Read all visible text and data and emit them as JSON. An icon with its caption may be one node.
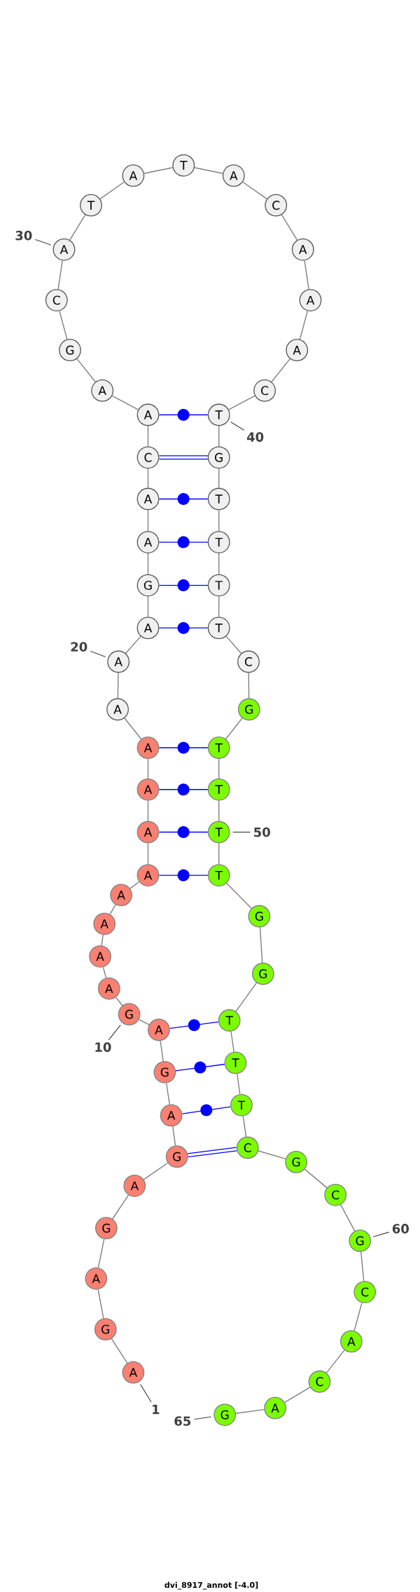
{
  "diagram": {
    "caption": "dvi_8917_annot [-4.0]",
    "nodes": [
      {
        "text": [
          "A"
        ]
      },
      {
        "text": [
          "G"
        ]
      },
      {
        "text": [
          "A"
        ]
      },
      {
        "text": [
          "G"
        ]
      },
      {
        "text": [
          "A"
        ]
      },
      {
        "text": [
          "G"
        ]
      },
      {
        "text": [
          "A"
        ]
      },
      {
        "text": [
          "G"
        ]
      },
      {
        "text": [
          "A"
        ]
      },
      {
        "text": [
          "G"
        ]
      },
      {
        "text": [
          "A"
        ]
      },
      {
        "text": [
          "A"
        ]
      },
      {
        "text": [
          "A"
        ]
      },
      {
        "text": [
          "A"
        ]
      },
      {
        "text": [
          "A"
        ]
      },
      {
        "text": [
          "A"
        ]
      },
      {
        "text": [
          "A"
        ]
      },
      {
        "text": [
          "A"
        ]
      },
      {
        "text": [
          "A"
        ]
      },
      {
        "text": [
          "A"
        ]
      },
      {
        "text": [
          "A"
        ]
      },
      {
        "text": [
          "G"
        ]
      },
      {
        "text": [
          "A"
        ]
      },
      {
        "text": [
          "A"
        ]
      },
      {
        "text": [
          "C"
        ]
      },
      {
        "text": [
          "A"
        ]
      },
      {
        "text": [
          "A"
        ]
      },
      {
        "text": [
          "G"
        ]
      },
      {
        "text": [
          "C"
        ]
      },
      {
        "text": [
          "A"
        ]
      },
      {
        "text": [
          "T"
        ]
      },
      {
        "text": [
          "A"
        ]
      },
      {
        "text": [
          "T"
        ]
      },
      {
        "text": [
          "A"
        ]
      },
      {
        "text": [
          "C"
        ]
      },
      {
        "text": [
          "A"
        ]
      },
      {
        "text": [
          "A"
        ]
      },
      {
        "text": [
          "A"
        ]
      },
      {
        "text": [
          "C"
        ]
      },
      {
        "text": [
          "T"
        ]
      },
      {
        "text": [
          "G"
        ]
      },
      {
        "text": [
          "T"
        ]
      },
      {
        "text": [
          "T"
        ]
      },
      {
        "text": [
          "T"
        ]
      },
      {
        "text": [
          "T"
        ]
      },
      {
        "text": [
          "C"
        ]
      },
      {
        "text": [
          "G"
        ]
      },
      {
        "text": [
          "T"
        ]
      },
      {
        "text": [
          "T"
        ]
      },
      {
        "text": [
          "T"
        ]
      },
      {
        "text": [
          "T"
        ]
      },
      {
        "text": [
          "G"
        ]
      },
      {
        "text": [
          "G"
        ]
      },
      {
        "text": [
          "T"
        ]
      },
      {
        "text": [
          "T"
        ]
      },
      {
        "text": [
          "T"
        ]
      },
      {
        "text": [
          "C"
        ]
      },
      {
        "text": [
          "G"
        ]
      },
      {
        "text": [
          "C"
        ]
      },
      {
        "text": [
          "G"
        ]
      },
      {
        "text": [
          "C"
        ]
      },
      {
        "text": [
          "A"
        ]
      },
      {
        "text": [
          "C"
        ]
      },
      {
        "text": [
          "A"
        ]
      },
      {
        "text": [
          "G"
        ]
      },
      {
        "text": [
          "30"
        ]
      },
      {
        "text": [
          "40"
        ]
      },
      {
        "text": [
          "20"
        ]
      },
      {
        "text": [
          "50"
        ]
      },
      {
        "text": [
          "10"
        ]
      },
      {
        "text": [
          "60"
        ]
      },
      {
        "text": [
          "1"
        ]
      },
      {
        "text": [
          "65"
        ]
      }
    ],
    "edges": [
      {
        "from": 0,
        "to": 1,
        "arrow": "none"
      },
      {
        "from": 1,
        "to": 2,
        "arrow": "none"
      },
      {
        "from": 2,
        "to": 3,
        "arrow": "none"
      },
      {
        "from": 3,
        "to": 4,
        "arrow": "none"
      },
      {
        "from": 4,
        "to": 5,
        "arrow": "none"
      },
      {
        "from": 5,
        "to": 6,
        "arrow": "none"
      },
      {
        "from": 6,
        "to": 7,
        "arrow": "none"
      },
      {
        "from": 7,
        "to": 8,
        "arrow": "none"
      },
      {
        "from": 8,
        "to": 9,
        "arrow": "none"
      },
      {
        "from": 9,
        "to": 10,
        "arrow": "none"
      },
      {
        "from": 10,
        "to": 11,
        "arrow": "none"
      },
      {
        "from": 11,
        "to": 12,
        "arrow": "none"
      },
      {
        "from": 12,
        "to": 13,
        "arrow": "none"
      },
      {
        "from": 13,
        "to": 14,
        "arrow": "none"
      },
      {
        "from": 14,
        "to": 15,
        "arrow": "none"
      },
      {
        "from": 15,
        "to": 16,
        "arrow": "none"
      },
      {
        "from": 16,
        "to": 17,
        "arrow": "none"
      },
      {
        "from": 17,
        "to": 18,
        "arrow": "none"
      },
      {
        "from": 18,
        "to": 19,
        "arrow": "none"
      },
      {
        "from": 19,
        "to": 20,
        "arrow": "none"
      },
      {
        "from": 20,
        "to": 21,
        "arrow": "none"
      },
      {
        "from": 21,
        "to": 22,
        "arrow": "none"
      },
      {
        "from": 22,
        "to": 23,
        "arrow": "none"
      },
      {
        "from": 23,
        "to": 24,
        "arrow": "none"
      },
      {
        "from": 24,
        "to": 25,
        "arrow": "none"
      },
      {
        "from": 25,
        "to": 26,
        "arrow": "none"
      },
      {
        "from": 26,
        "to": 27,
        "arrow": "none"
      },
      {
        "from": 27,
        "to": 28,
        "arrow": "none"
      },
      {
        "from": 28,
        "to": 29,
        "arrow": "none"
      },
      {
        "from": 29,
        "to": 30,
        "arrow": "none"
      },
      {
        "from": 30,
        "to": 31,
        "arrow": "none"
      },
      {
        "from": 31,
        "to": 32,
        "arrow": "none"
      },
      {
        "from": 32,
        "to": 33,
        "arrow": "none"
      },
      {
        "from": 33,
        "to": 34,
        "arrow": "none"
      },
      {
        "from": 34,
        "to": 35,
        "arrow": "none"
      },
      {
        "from": 35,
        "to": 36,
        "arrow": "none"
      },
      {
        "from": 36,
        "to": 37,
        "arrow": "none"
      },
      {
        "from": 37,
        "to": 38,
        "arrow": "none"
      },
      {
        "from": 38,
        "to": 39,
        "arrow": "none"
      },
      {
        "from": 39,
        "to": 40,
        "arrow": "none"
      },
      {
        "from": 40,
        "to": 41,
        "arrow": "none"
      },
      {
        "from": 41,
        "to": 42,
        "arrow": "none"
      },
      {
        "from": 42,
        "to": 43,
        "arrow": "none"
      },
      {
        "from": 43,
        "to": 44,
        "arrow": "none"
      },
      {
        "from": 44,
        "to": 45,
        "arrow": "none"
      },
      {
        "from": 45,
        "to": 46,
        "arrow": "none"
      },
      {
        "from": 46,
        "to": 47,
        "arrow": "none"
      },
      {
        "from": 47,
        "to": 48,
        "arrow": "none"
      },
      {
        "from": 48,
        "to": 49,
        "arrow": "none"
      },
      {
        "from": 49,
        "to": 50,
        "arrow": "none"
      },
      {
        "from": 50,
        "to": 51,
        "arrow": "none"
      },
      {
        "from": 51,
        "to": 52,
        "arrow": "none"
      },
      {
        "from": 52,
        "to": 53,
        "arrow": "none"
      },
      {
        "from": 53,
        "to": 54,
        "arrow": "none"
      },
      {
        "from": 54,
        "to": 55,
        "arrow": "none"
      },
      {
        "from": 55,
        "to": 56,
        "arrow": "none"
      },
      {
        "from": 56,
        "to": 57,
        "arrow": "none"
      },
      {
        "from": 57,
        "to": 58,
        "arrow": "none"
      },
      {
        "from": 58,
        "to": 59,
        "arrow": "none"
      },
      {
        "from": 59,
        "to": 60,
        "arrow": "none"
      },
      {
        "from": 60,
        "to": 61,
        "arrow": "none"
      },
      {
        "from": 61,
        "to": 62,
        "arrow": "none"
      },
      {
        "from": 62,
        "to": 63,
        "arrow": "none"
      },
      {
        "from": 63,
        "to": 64,
        "arrow": "none"
      },
      {
        "from": 25,
        "to": 39,
        "arrow": "none",
        "color": "#0000ff"
      },
      {
        "from": 24,
        "to": 40,
        "arrow": "none",
        "color": "#0000ff",
        "style": "thick"
      },
      {
        "from": 23,
        "to": 41,
        "arrow": "none",
        "color": "#0000ff"
      },
      {
        "from": 22,
        "to": 42,
        "arrow": "none",
        "color": "#0000ff"
      },
      {
        "from": 21,
        "to": 43,
        "arrow": "none",
        "color": "#0000ff"
      },
      {
        "from": 20,
        "to": 44,
        "arrow": "none",
        "color": "#0000ff"
      },
      {
        "from": 17,
        "to": 47,
        "arrow": "none",
        "color": "#0000ff"
      },
      {
        "from": 16,
        "to": 48,
        "arrow": "none",
        "color": "#0000ff"
      },
      {
        "from": 15,
        "to": 49,
        "arrow": "none",
        "color": "#0000ff"
      },
      {
        "from": 14,
        "to": 50,
        "arrow": "none",
        "color": "#0000ff"
      },
      {
        "from": 8,
        "to": 53,
        "arrow": "none",
        "color": "#0000ff"
      },
      {
        "from": 7,
        "to": 54,
        "arrow": "none",
        "color": "#0000ff"
      },
      {
        "from": 6,
        "to": 55,
        "arrow": "none",
        "color": "#0000ff"
      },
      {
        "from": 5,
        "to": 56,
        "arrow": "none",
        "color": "#0000ff",
        "style": "thick"
      },
      {
        "from": 65,
        "to": 29,
        "arrow": "none",
        "color": "#404040"
      },
      {
        "from": 66,
        "to": 39,
        "arrow": "none",
        "color": "#404040"
      },
      {
        "from": 67,
        "to": 19,
        "arrow": "none",
        "color": "#404040"
      },
      {
        "from": 68,
        "to": 49,
        "arrow": "none",
        "color": "#404040"
      },
      {
        "from": 69,
        "to": 9,
        "arrow": "none",
        "color": "#404040"
      },
      {
        "from": 70,
        "to": 59,
        "arrow": "none",
        "color": "#404040"
      },
      {
        "from": 71,
        "to": 0,
        "arrow": "none",
        "color": "#404040"
      },
      {
        "from": 72,
        "to": 64,
        "arrow": "none",
        "color": "#404040"
      }
    ]
  }
}
